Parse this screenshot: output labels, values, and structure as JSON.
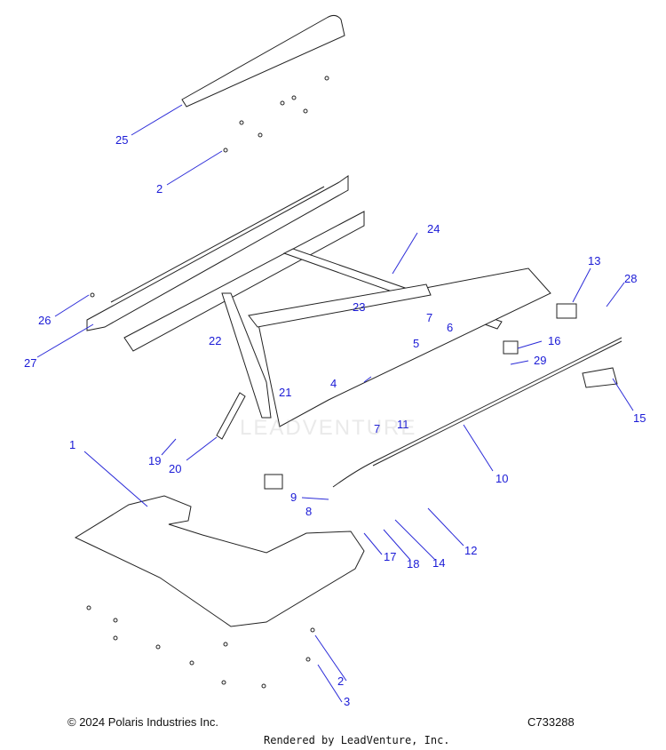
{
  "callouts": [
    "1",
    "2",
    "2",
    "3",
    "4",
    "5",
    "6",
    "7",
    "7",
    "8",
    "9",
    "10",
    "11",
    "12",
    "13",
    "14",
    "15",
    "16",
    "17",
    "18",
    "19",
    "20",
    "21",
    "22",
    "23",
    "24",
    "25",
    "26",
    "27",
    "28",
    "29"
  ],
  "footer": {
    "copyright": "© 2024 Polaris Industries Inc.",
    "diagram_id": "C733288",
    "rendered_by": "Rendered by LeadVenture, Inc."
  },
  "watermark": "LEADVENTURE",
  "colors": {
    "callout": "#1a1ad6",
    "line": "#222222",
    "leader": "#2b2bd8"
  }
}
